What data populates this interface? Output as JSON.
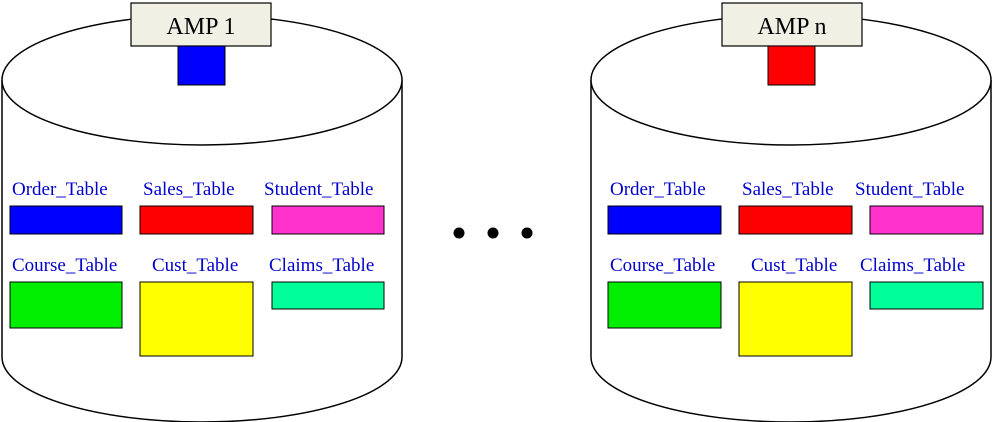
{
  "colors": {
    "label": "#0000cc",
    "outline": "#000000",
    "amp_box_fill": "#f0f0e4",
    "order": "#0000ff",
    "sales": "#ff0000",
    "student": "#ff33cc",
    "course": "#00ee00",
    "cust": "#ffff00",
    "claims": "#00ff99"
  },
  "ellipsis": "• • •",
  "amps": [
    {
      "label": "AMP 1",
      "indicator_color": "#0000ff",
      "tables": {
        "order": "Order_Table",
        "sales": "Sales_Table",
        "student": "Student_Table",
        "course": "Course_Table",
        "cust": "Cust_Table",
        "claims": "Claims_Table"
      }
    },
    {
      "label": "AMP n",
      "indicator_color": "#ff0000",
      "tables": {
        "order": "Order_Table",
        "sales": "Sales_Table",
        "student": "Student_Table",
        "course": "Course_Table",
        "cust": "Cust_Table",
        "claims": "Claims_Table"
      }
    }
  ]
}
